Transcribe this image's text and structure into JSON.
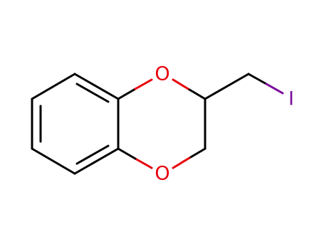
{
  "molecule": {
    "colors": {
      "carbon_bond": "#000000",
      "oxygen": "#e8000b",
      "iodine": "#7a0d9a"
    },
    "atoms": {
      "o_upper": "O",
      "o_lower": "O",
      "iodine": "I"
    }
  }
}
